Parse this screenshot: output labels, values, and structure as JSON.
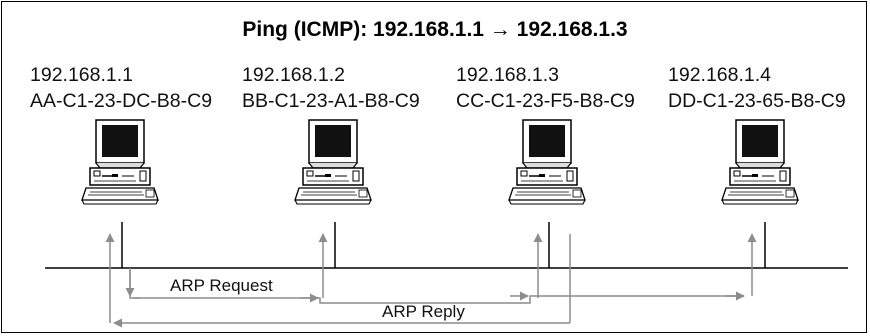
{
  "title": "Ping (ICMP): 192.168.1.1 → 192.168.1.3",
  "hosts": [
    {
      "ip": "192.168.1.1",
      "mac": "AA-C1-23-DC-B8-C9"
    },
    {
      "ip": "192.168.1.2",
      "mac": "BB-C1-23-A1-B8-C9"
    },
    {
      "ip": "192.168.1.3",
      "mac": "CC-C1-23-F5-B8-C9"
    },
    {
      "ip": "192.168.1.4",
      "mac": "DD-C1-23-65-B8-C9"
    }
  ],
  "arrows": {
    "request_label": "ARP Request",
    "reply_label": "ARP Reply"
  },
  "colors": {
    "line": "#000000",
    "arrow": "#8c8c8c",
    "monitor": "#111111"
  }
}
